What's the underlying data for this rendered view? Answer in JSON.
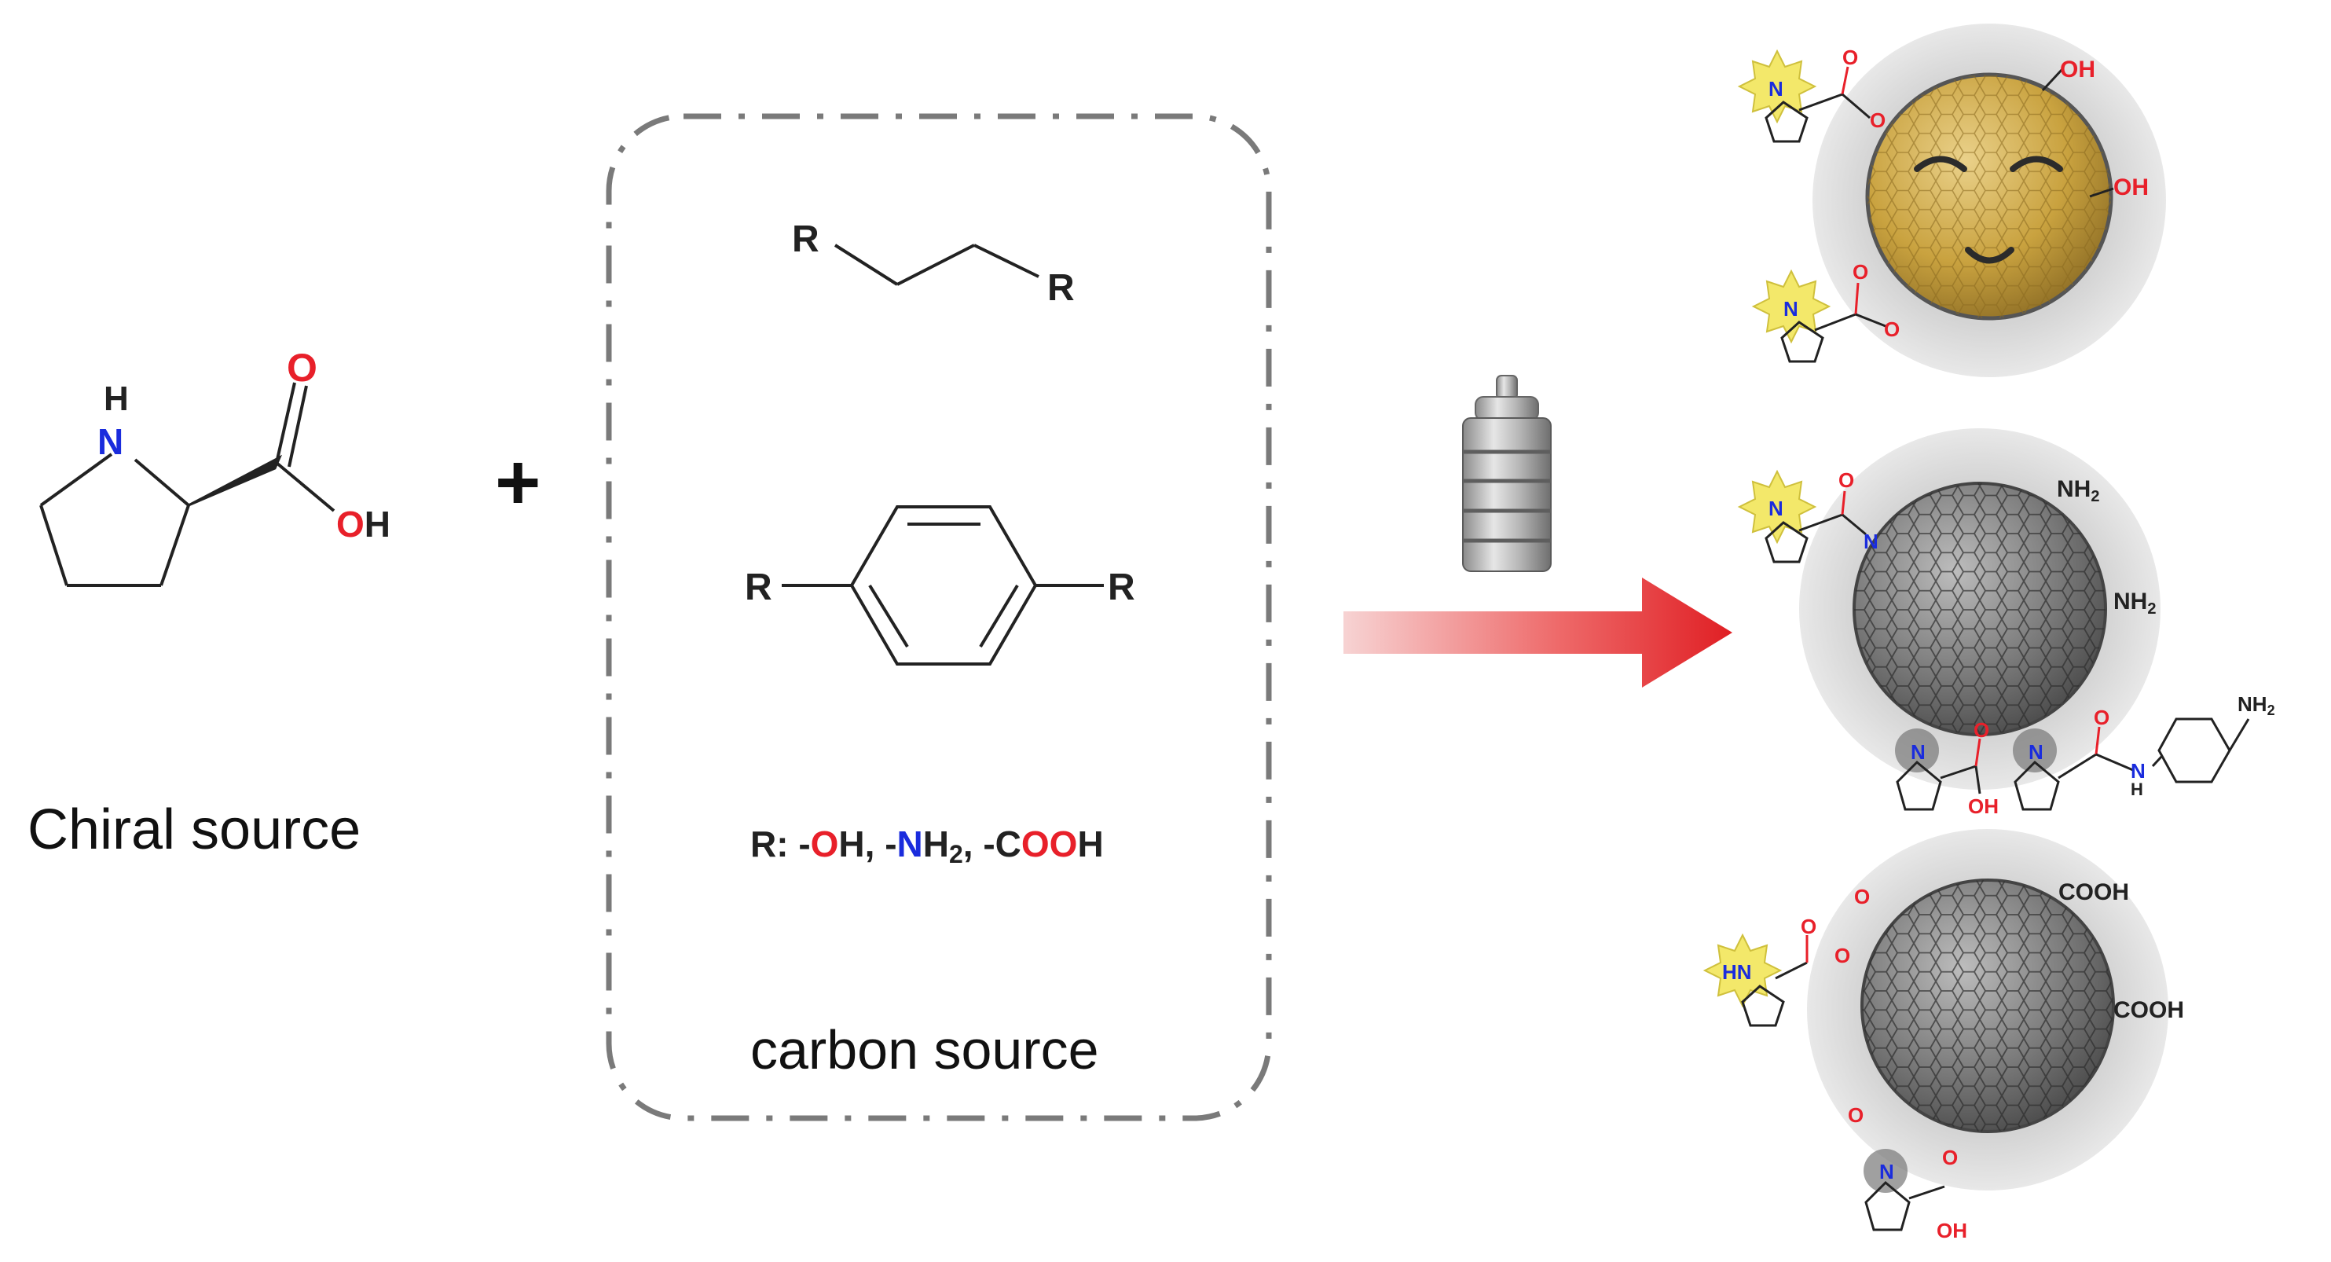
{
  "colors": {
    "oxygen": "#e8202a",
    "nitrogen": "#1a2cdd",
    "bond": "#222222",
    "arrow": "#e8262b",
    "dash_box": "#7a7a7a",
    "shell": "#d9d9d9",
    "gold_core": "#c9a23f",
    "grey_core": "#6f6f6f",
    "star": "#f3e86a"
  },
  "chiral": {
    "label": "Chiral source",
    "atom_h": "H",
    "atom_n": "N",
    "atom_o": "O",
    "atom_oh": "OH"
  },
  "plus": "+",
  "carbon_box": {
    "label": "carbon source",
    "r_group": "R",
    "r_def": {
      "prefix": "R: -",
      "oh_o": "O",
      "oh_h": "H, -",
      "nh2_n": "N",
      "nh2_h": "H",
      "nh2_sub": "2",
      "sep": ", -C",
      "cooh_oo": "OO",
      "cooh_h": "H"
    }
  },
  "products": {
    "p1": {
      "oh_label": "OH",
      "o_label": "O",
      "hn_label": "N",
      "h_label": "H"
    },
    "p2": {
      "nh2_label": "NH",
      "sub2": "2",
      "o_label": "O",
      "n_label": "N",
      "h_label": "H",
      "oh_label": "OH"
    },
    "p3": {
      "cooh_label": "COOH",
      "hn_label": "HN",
      "o_label": "O",
      "n_label": "N",
      "oh_label": "OH"
    }
  }
}
